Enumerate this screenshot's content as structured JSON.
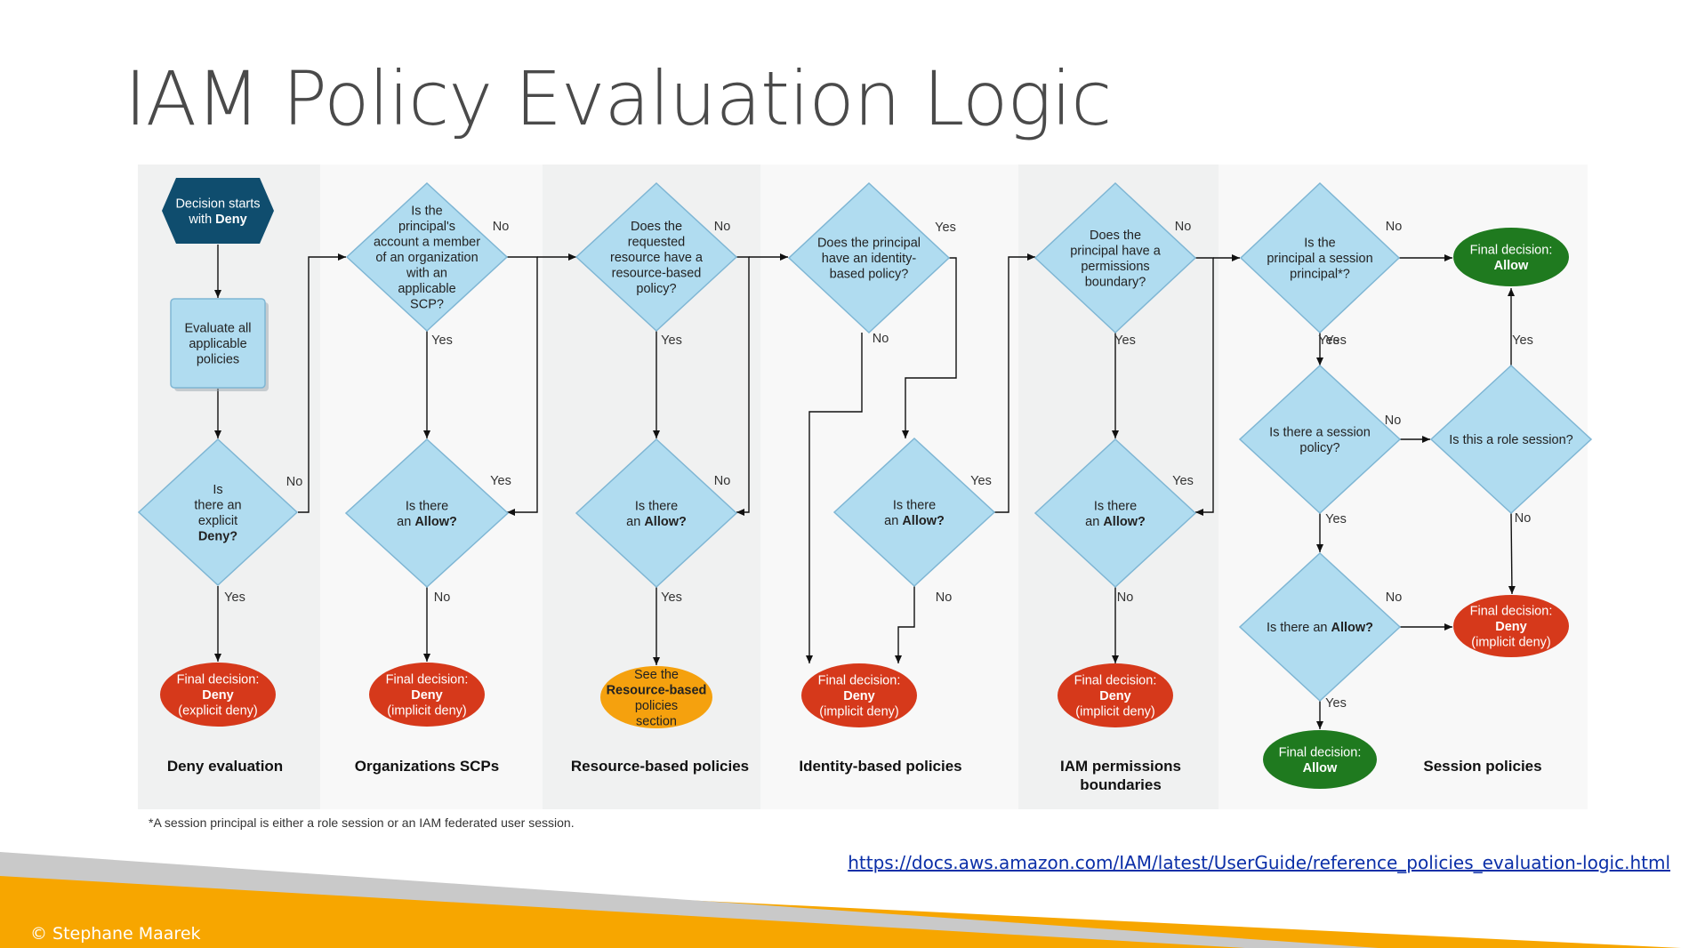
{
  "title": "IAM Policy Evaluation Logic",
  "lanes": [
    "Deny evaluation",
    "Organizations SCPs",
    "Resource-based policies",
    "Identity-based policies",
    "IAM permissions boundaries",
    "Session policies"
  ],
  "lane_label_last_line": "boundaries",
  "nodes": {
    "start": [
      "Decision starts",
      "with Deny"
    ],
    "evaluate": [
      "Evaluate all",
      "applicable",
      "policies"
    ],
    "explicit_deny": [
      "Is",
      "there an",
      "explicit",
      "Deny?"
    ],
    "final_explicit_deny": [
      "Final decision:",
      "Deny",
      "(explicit deny)"
    ],
    "org_member": [
      "Is the",
      "principal's",
      "account a member",
      "of an organization",
      "with an",
      "applicable",
      "SCP?"
    ],
    "scp_allow": [
      "Is there",
      "an Allow?"
    ],
    "final_scp_deny": [
      "Final decision:",
      "Deny",
      "(implicit deny)"
    ],
    "resource_policy": [
      "Does the",
      "requested",
      "resource have a",
      "resource-based",
      "policy?"
    ],
    "resource_allow": [
      "Is there",
      "an Allow?"
    ],
    "see_resource": [
      "See the",
      "Resource-based",
      "policies",
      "section"
    ],
    "identity_policy": [
      "Does the principal",
      "have an identity-",
      "based policy?"
    ],
    "identity_allow": [
      "Is there",
      "an Allow?"
    ],
    "final_identity_deny": [
      "Final decision:",
      "Deny",
      "(implicit deny)"
    ],
    "boundary": [
      "Does the",
      "principal have a",
      "permissions",
      "boundary?"
    ],
    "boundary_allow": [
      "Is there",
      "an Allow?"
    ],
    "final_boundary_deny": [
      "Final decision:",
      "Deny",
      "(implicit deny)"
    ],
    "session_principal": [
      "Is the",
      "principal a session",
      "principal*?"
    ],
    "final_allow_top": [
      "Final decision:",
      "Allow"
    ],
    "session_policy": [
      "Is there a session",
      "policy?"
    ],
    "role_session": [
      "Is this a role session?"
    ],
    "session_allow": [
      "Is there an Allow?"
    ],
    "final_session_deny": [
      "Final decision:",
      "Deny",
      "(implicit deny)"
    ],
    "final_allow_bottom": [
      "Final decision:",
      "Allow"
    ]
  },
  "edge_labels": {
    "yes": "Yes",
    "no": "No"
  },
  "colors": {
    "diamond": "#b0dcf0",
    "diamond_stroke": "#7fb6d4",
    "deny": "#d6391b",
    "allow": "#1f7a1f",
    "see": "#f5a10e",
    "start": "#0f4d6e",
    "orange_band": "#f7a600",
    "lane_shade": "#f0f1f1",
    "lane_light": "#f8f8f8"
  },
  "footnote": "*A session principal is either a role session or an IAM federated user session.",
  "link": "https://docs.aws.amazon.com/IAM/latest/UserGuide/reference_policies_evaluation-logic.html",
  "copyright": "© Stephane Maarek"
}
